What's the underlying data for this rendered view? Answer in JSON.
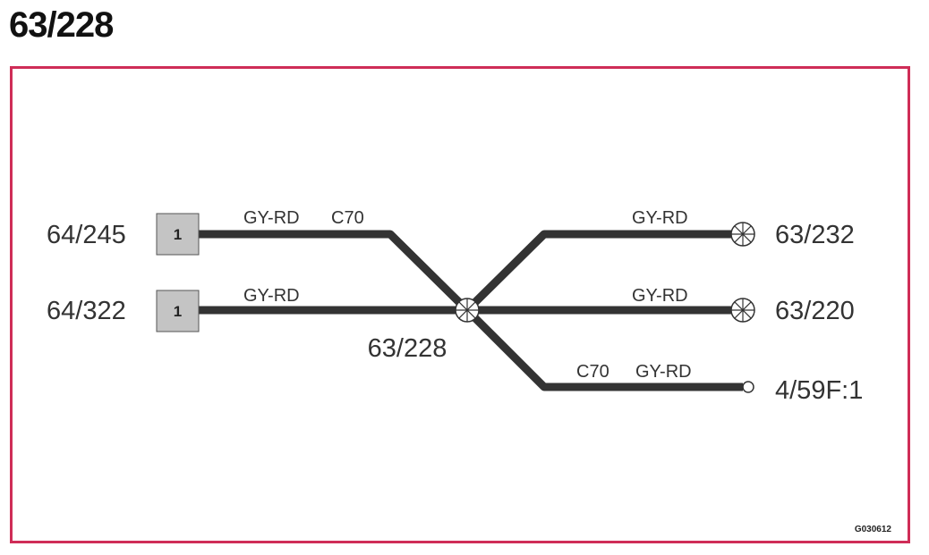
{
  "title": "63/228",
  "colors": {
    "frame": "#cf2d57",
    "wire": "#333333",
    "connector_fill": "#c4c4c4"
  },
  "left_connectors": [
    {
      "label": "64/245",
      "pin": "1"
    },
    {
      "label": "64/322",
      "pin": "1"
    }
  ],
  "splice_label": "63/228",
  "right_terminals": [
    {
      "label": "63/232",
      "symbol": "splice-icon"
    },
    {
      "label": "63/220",
      "symbol": "splice-icon"
    },
    {
      "label": "4/59F:1",
      "symbol": "terminal-end-icon"
    }
  ],
  "wires": [
    {
      "color": "GY-RD",
      "code": "C70"
    },
    {
      "color": "GY-RD"
    },
    {
      "color": "GY-RD"
    },
    {
      "color": "GY-RD"
    },
    {
      "color": "GY-RD",
      "code": "C70"
    }
  ],
  "figure_code": "G030612"
}
